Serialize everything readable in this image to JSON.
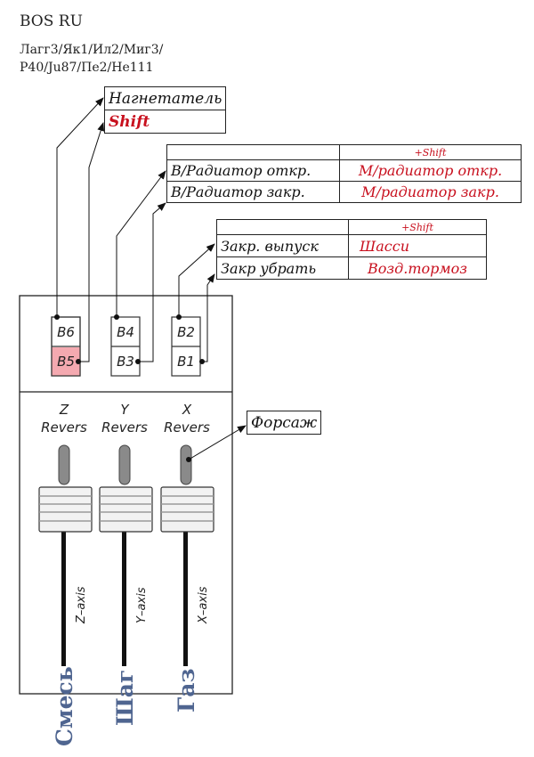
{
  "header": {
    "title": "BOS RU",
    "aircraft_line1": "Лагг3/Як1/Ил2/Миг3/",
    "aircraft_line2": "P40/Ju87/Пе2/He111"
  },
  "boxes": {
    "supercharger": {
      "label": "Нагнетатель",
      "shift_label": "Shift"
    },
    "radiator": {
      "shift_header": "+Shift",
      "rows": [
        {
          "label": "В/Радиатор откр.",
          "shift": "М/радиатор откр."
        },
        {
          "label": "В/Радиатор закр.",
          "shift": "М/радиатор закр."
        }
      ]
    },
    "gear": {
      "shift_header": "+Shift",
      "rows": [
        {
          "label": "Закр. выпуск",
          "shift": "Шасси"
        },
        {
          "label": "Закр убрать",
          "shift": "Возд.тормоз"
        }
      ]
    },
    "afterburner": {
      "label": "Форсаж"
    }
  },
  "buttons": [
    {
      "id": "B6",
      "label": "B6",
      "highlight": false
    },
    {
      "id": "B5",
      "label": "B5",
      "highlight": true
    },
    {
      "id": "B4",
      "label": "B4",
      "highlight": false
    },
    {
      "id": "B3",
      "label": "B3",
      "highlight": false
    },
    {
      "id": "B2",
      "label": "B2",
      "highlight": false
    },
    {
      "id": "B1",
      "label": "B1",
      "highlight": false
    }
  ],
  "sliders": [
    {
      "letter": "Z",
      "revers": "Revers",
      "axis_label": "Z–axis",
      "name": "Смесь"
    },
    {
      "letter": "Y",
      "revers": "Revers",
      "axis_label": "Y–axis",
      "name": "Шаг"
    },
    {
      "letter": "X",
      "revers": "Revers",
      "axis_label": "X–axis",
      "name": "Газ"
    }
  ],
  "colors": {
    "highlight_fill": "#f4a9b0",
    "shift_text": "#c8101e",
    "slider_name": "#4f6590"
  }
}
